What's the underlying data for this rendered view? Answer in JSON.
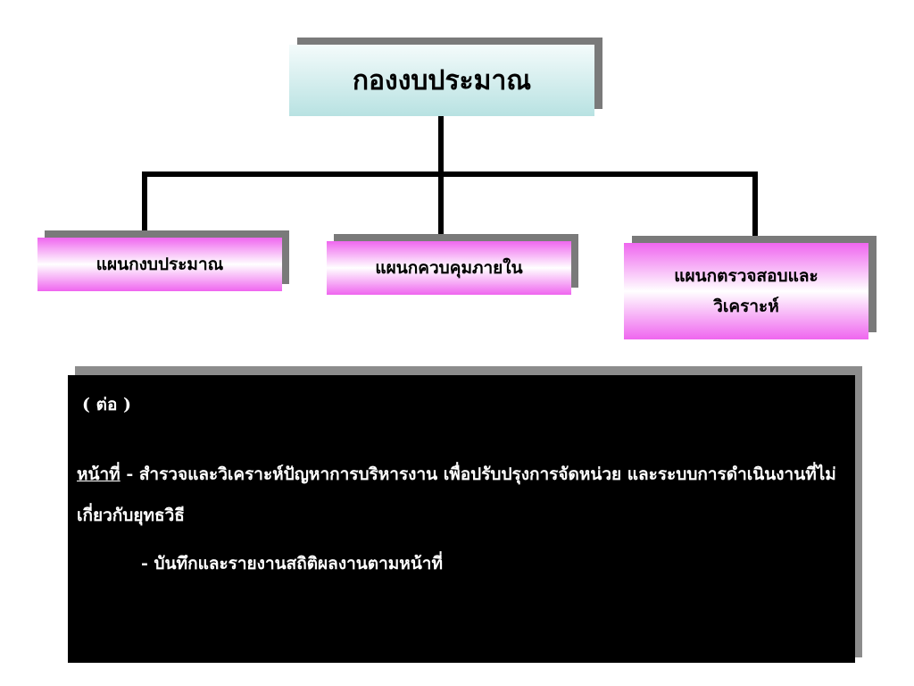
{
  "diagram": {
    "root": {
      "label": "กองงบประมาณ"
    },
    "children": [
      {
        "label": "แผนกงบประมาณ"
      },
      {
        "label": "แผนกควบคุมภายใน"
      },
      {
        "label": "แผนกตรวจสอบและวิเคราะห์"
      }
    ]
  },
  "info": {
    "continued": "( ต่อ )",
    "duty_label": "หน้าที่",
    "duty_text": " - สำรวจและวิเคราะห์ปัญหาการบริหารงาน เพื่อปรับปรุงการจัดหน่วย และระบบการดำเนินงานที่ไม่เกี่ยวกับยุทธวิธี",
    "bullet": "- บันทึกและรายงานสถิติผลงานตามหน้าที่"
  }
}
